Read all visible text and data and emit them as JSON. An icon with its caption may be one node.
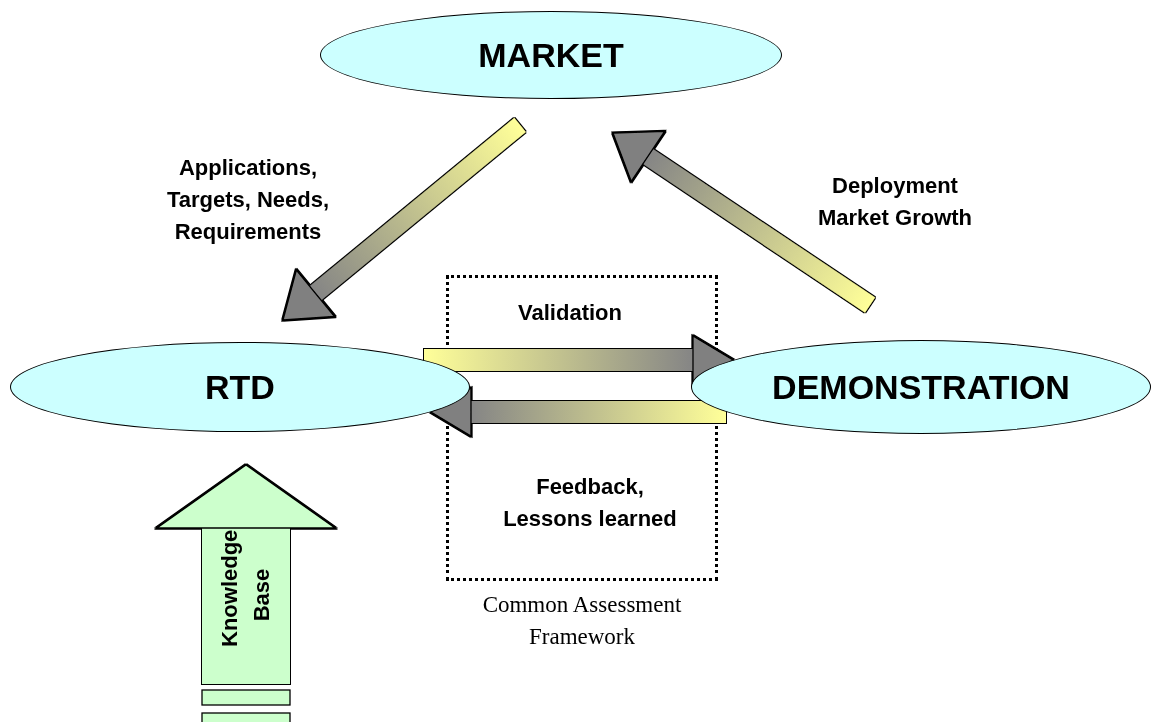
{
  "diagram": {
    "nodes": [
      {
        "text": [
          "MARKET"
        ]
      },
      {
        "text": [
          "RTD"
        ]
      },
      {
        "text": [
          "DEMONSTRATION"
        ]
      }
    ],
    "edges": [
      {
        "from": 0,
        "to": 1,
        "arrow": "to",
        "label": "Applications, Targets, Needs, Requirements"
      },
      {
        "from": 2,
        "to": 0,
        "arrow": "to",
        "label": "Deployment Market Growth"
      },
      {
        "from": 1,
        "to": 2,
        "arrow": "to",
        "label": "Validation"
      },
      {
        "from": 2,
        "to": 1,
        "arrow": "to",
        "label": "Feedback, Lessons learned"
      },
      {
        "from": null,
        "to": 1,
        "arrow": "to",
        "label": "Knowledge Base",
        "color": "#ccffcc"
      }
    ],
    "labels": [
      "Common Assessment Framework"
    ]
  }
}
